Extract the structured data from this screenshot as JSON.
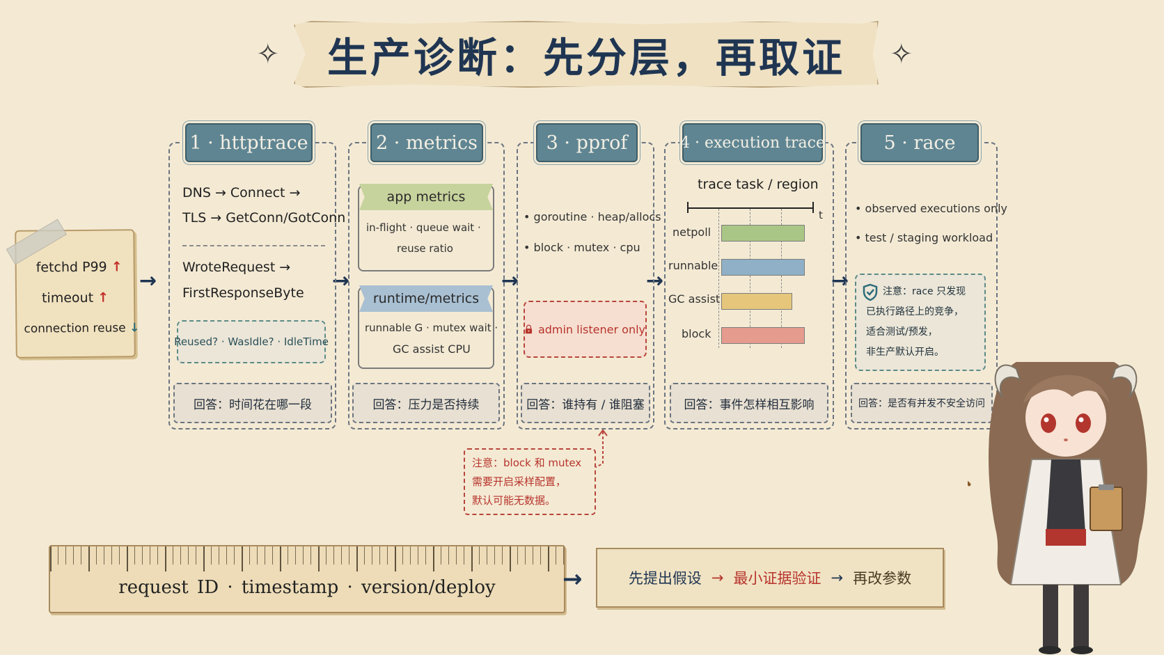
{
  "title": "生产诊断：先分层，再取证",
  "input_note": {
    "lines": [
      {
        "text": "fetchd P99",
        "arrow": "↑"
      },
      {
        "text": "timeout",
        "arrow": "↑"
      },
      {
        "text": "connection reuse",
        "arrow": "↓"
      }
    ]
  },
  "arrow_glyph": "→",
  "stages": [
    {
      "tab": "1 · httptrace",
      "lines": [
        "DNS → Connect →",
        "TLS → GetConn/GotConn",
        "WroteRequest →",
        "FirstResponseByte"
      ],
      "reuse": "Reused? · WasIdle? · IdleTime",
      "answer": "回答：时间花在哪一段"
    },
    {
      "tab": "2 · metrics",
      "app_ribbon": "app metrics",
      "app_lines": [
        "in-flight · queue wait ·",
        "reuse ratio"
      ],
      "runtime_ribbon": "runtime/metrics",
      "runtime_lines": [
        "runnable G · mutex wait ·",
        "GC assist CPU"
      ],
      "answer": "回答：压力是否持续"
    },
    {
      "tab": "3 · pprof",
      "bullets": [
        "goroutine · heap/allocs",
        "block · mutex · cpu"
      ],
      "lock_label": "admin listener only",
      "answer": "回答：谁持有 / 谁阻塞",
      "note": [
        "注意：block 和 mutex",
        "需要开启采样配置，",
        "默认可能无数据。"
      ]
    },
    {
      "tab": "4 · execution trace",
      "trace_title": "trace task / region",
      "axis_label": "t",
      "rows": [
        {
          "label": "netpoll",
          "color": "green",
          "start": 0.0,
          "end": 1.0
        },
        {
          "label": "runnable",
          "color": "blue",
          "start": 0.0,
          "end": 1.0
        },
        {
          "label": "GC assist",
          "color": "yellow",
          "start": 0.0,
          "end": 0.85
        },
        {
          "label": "block",
          "color": "red",
          "start": 0.0,
          "end": 1.0
        }
      ],
      "answer": "回答：事件怎样相互影响"
    },
    {
      "tab": "5 · race",
      "bullets": [
        "observed executions only",
        "test / staging workload"
      ],
      "notice": [
        "注意：race 只发现",
        "已执行路径上的竞争，",
        "适合测试/预发，",
        "非生产默认开启。"
      ],
      "answer": "回答：是否有并发不安全访问"
    }
  ],
  "ruler_text": "request ID  ·  timestamp  ·  version/deploy",
  "process": {
    "step1": "先提出假设",
    "step2": "最小证据验证",
    "step3": "再改参数",
    "arrow": "→"
  },
  "colors": {
    "background": "#f4ead4",
    "title": "#1f3552",
    "tab": "#5f8592",
    "alert_red": "#b7342c",
    "teal": "#2c6b78"
  },
  "icons": [
    "sparkle-icon",
    "lock-icon",
    "shield-check-icon",
    "bullet-icon"
  ]
}
